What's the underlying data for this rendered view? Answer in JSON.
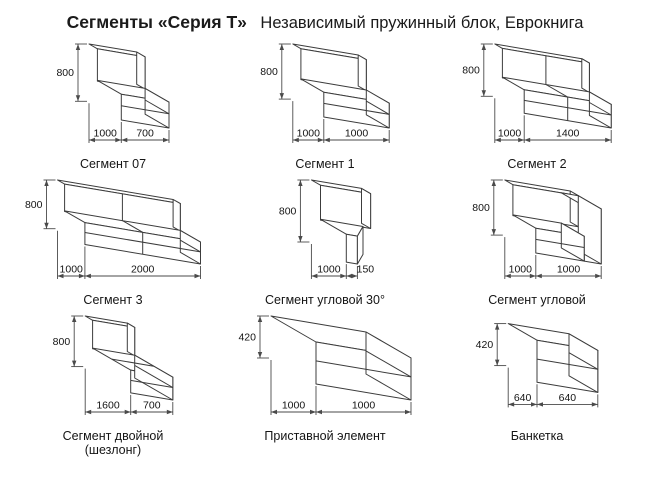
{
  "header": {
    "title_series": "Сегменты «Серия Т»",
    "title_subtitle": "Независимый пружинный блок, Еврокнига"
  },
  "segments": [
    {
      "name": "Сегмент 07",
      "height_label": "800",
      "depth_label": "1000",
      "width_label": "700"
    },
    {
      "name": "Сегмент 1",
      "height_label": "800",
      "depth_label": "1000",
      "width_label": "1000"
    },
    {
      "name": "Сегмент 2",
      "height_label": "800",
      "depth_label": "1000",
      "width_label": "1400"
    },
    {
      "name": "Сегмент 3",
      "height_label": "800",
      "depth_label": "1000",
      "width_label": "2000"
    },
    {
      "name": "Сегмент угловой 30°",
      "height_label": "800",
      "depth_label": "1000",
      "width_label": "150"
    },
    {
      "name": "Сегмент угловой",
      "height_label": "800",
      "depth_label": "1000",
      "width_label": "1000"
    },
    {
      "name": "Сегмент двойной",
      "name2": "(шезлонг)",
      "height_label": "800",
      "depth_label": "1600",
      "width_label": "700"
    },
    {
      "name": "Приставной элемент",
      "height_label": "420",
      "depth_label": "1000",
      "width_label": "1000"
    },
    {
      "name": "Банкетка",
      "height_label": "420",
      "depth_label": "640",
      "width_label": "640"
    }
  ]
}
